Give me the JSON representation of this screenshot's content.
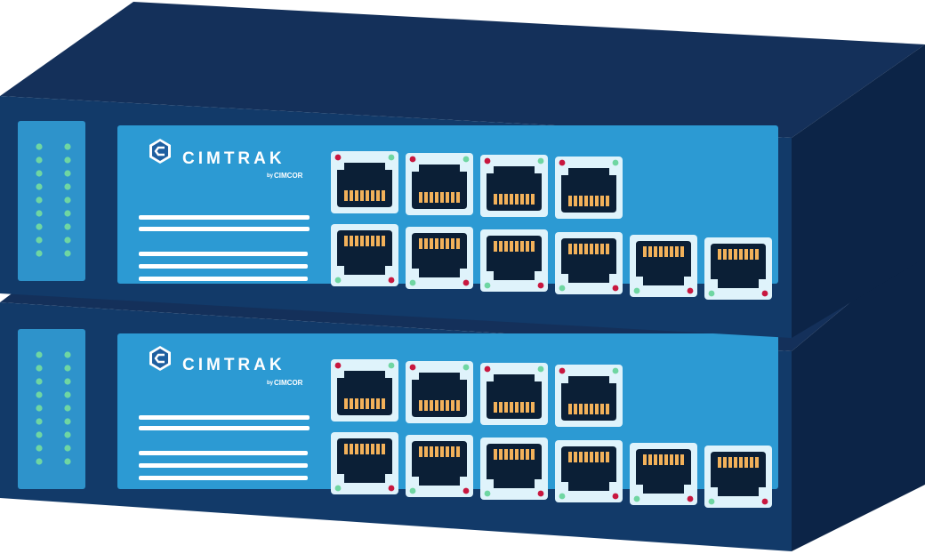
{
  "brand": {
    "name": "CIMTRAK",
    "byline_small": "by",
    "byline_company": "CIMCOR"
  },
  "colors": {
    "chassis_top": "#14305a",
    "chassis_side": "#0c2447",
    "chassis_front": "#123a69",
    "panel": "#2c9ad3",
    "panel_edge": "#1b6fa8",
    "led_strip": "#2e93cb",
    "led": "#6fd6a2",
    "port_frame": "#dff3fb",
    "port_hole": "#0b1f36",
    "port_pins": "#f2b15a",
    "port_led_red": "#c8173f",
    "port_led_green": "#6fd6a2",
    "stripe": "#ffffff"
  },
  "units": [
    {
      "name": "upper-switch",
      "led_count_per_column": 9,
      "ports_top_row": 4,
      "ports_bottom_row": 6
    },
    {
      "name": "lower-switch",
      "led_count_per_column": 9,
      "ports_top_row": 4,
      "ports_bottom_row": 6
    }
  ]
}
